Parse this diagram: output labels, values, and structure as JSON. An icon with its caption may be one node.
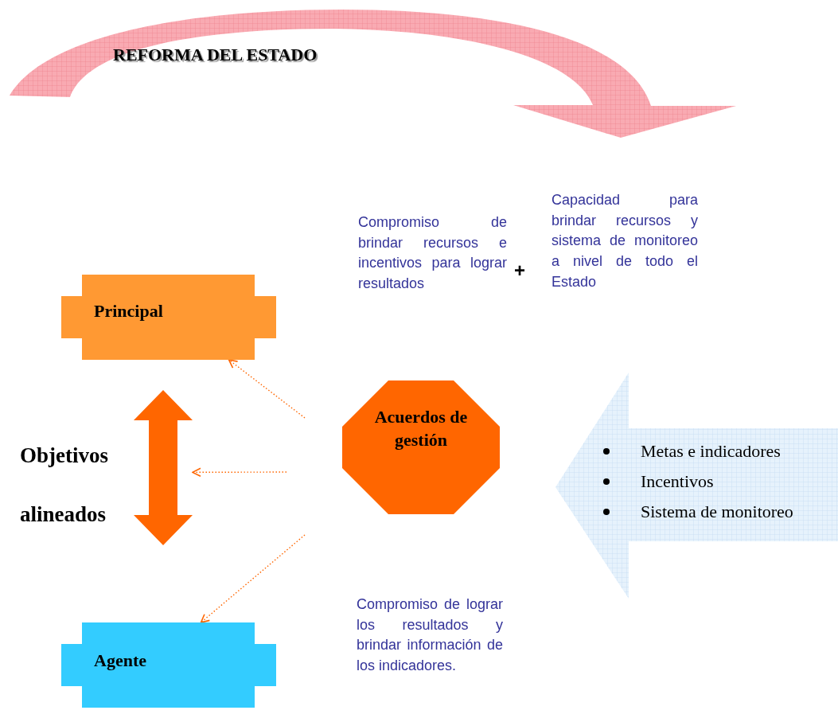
{
  "diagram": {
    "title": "REFORMA DEL ESTADO",
    "nodes": [
      {
        "text": [
          "Principal"
        ]
      },
      {
        "text": [],
        "shape": "arrow",
        "beside": [
          "Objetivos alineados"
        ]
      },
      {
        "text": [
          "Acuerdos de gestión"
        ]
      },
      {
        "text": [
          "Metas e indicadores",
          "Incentivos",
          "Sistema de monitoreo"
        ]
      },
      {
        "text": [
          "Agente"
        ]
      }
    ],
    "edges": [
      {
        "from": null,
        "to": 0,
        "arrow": "to"
      },
      {
        "from": null,
        "to": 1,
        "arrow": "to"
      },
      {
        "from": null,
        "to": 4,
        "arrow": "to"
      }
    ],
    "labels": [
      "Compromiso de brindar recursos e incentivos para lograr resultados",
      "+",
      "Capacidad para brindar recursos y sistema de monitoreo a nivel de todo el Estado",
      "Compromiso de lograr los resultados y brindar información de los indicadores."
    ]
  }
}
